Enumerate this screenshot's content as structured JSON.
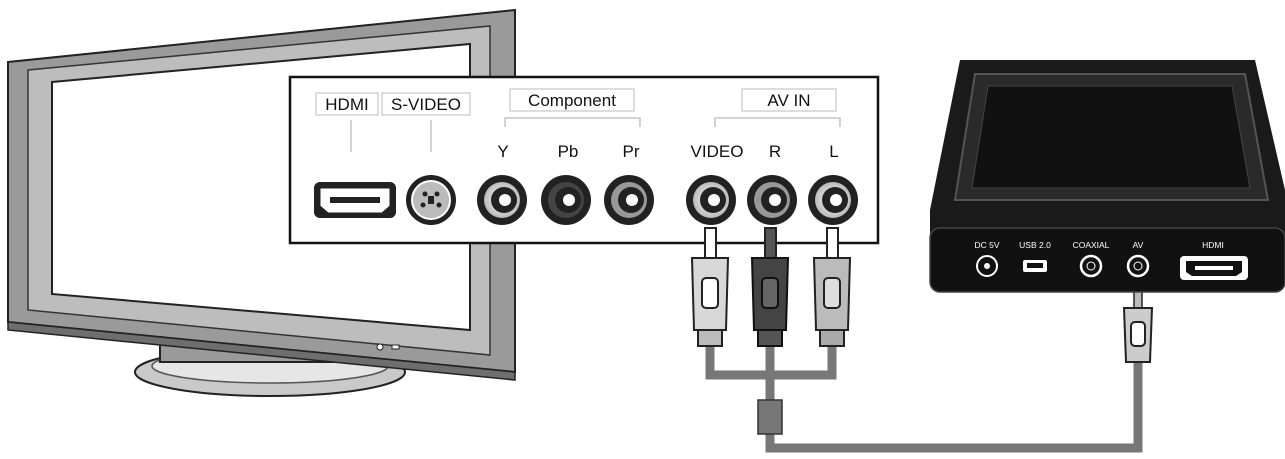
{
  "tv_panel": {
    "groups": {
      "hdmi": "HDMI",
      "svideo": "S-VIDEO",
      "component": "Component",
      "avin": "AV IN"
    },
    "ports": {
      "y": "Y",
      "pb": "Pb",
      "pr": "Pr",
      "video": "VIDEO",
      "r": "R",
      "l": "L"
    }
  },
  "player": {
    "ports": {
      "dc": "DC 5V",
      "usb": "USB 2.0",
      "coaxial": "COAXIAL",
      "av": "AV",
      "hdmi": "HDMI"
    }
  },
  "colors": {
    "tv_body": "#9a9a9a",
    "panel_bg": "#ffffff",
    "player_body": "#1a1a1a",
    "cable": "#7a7a7a"
  }
}
